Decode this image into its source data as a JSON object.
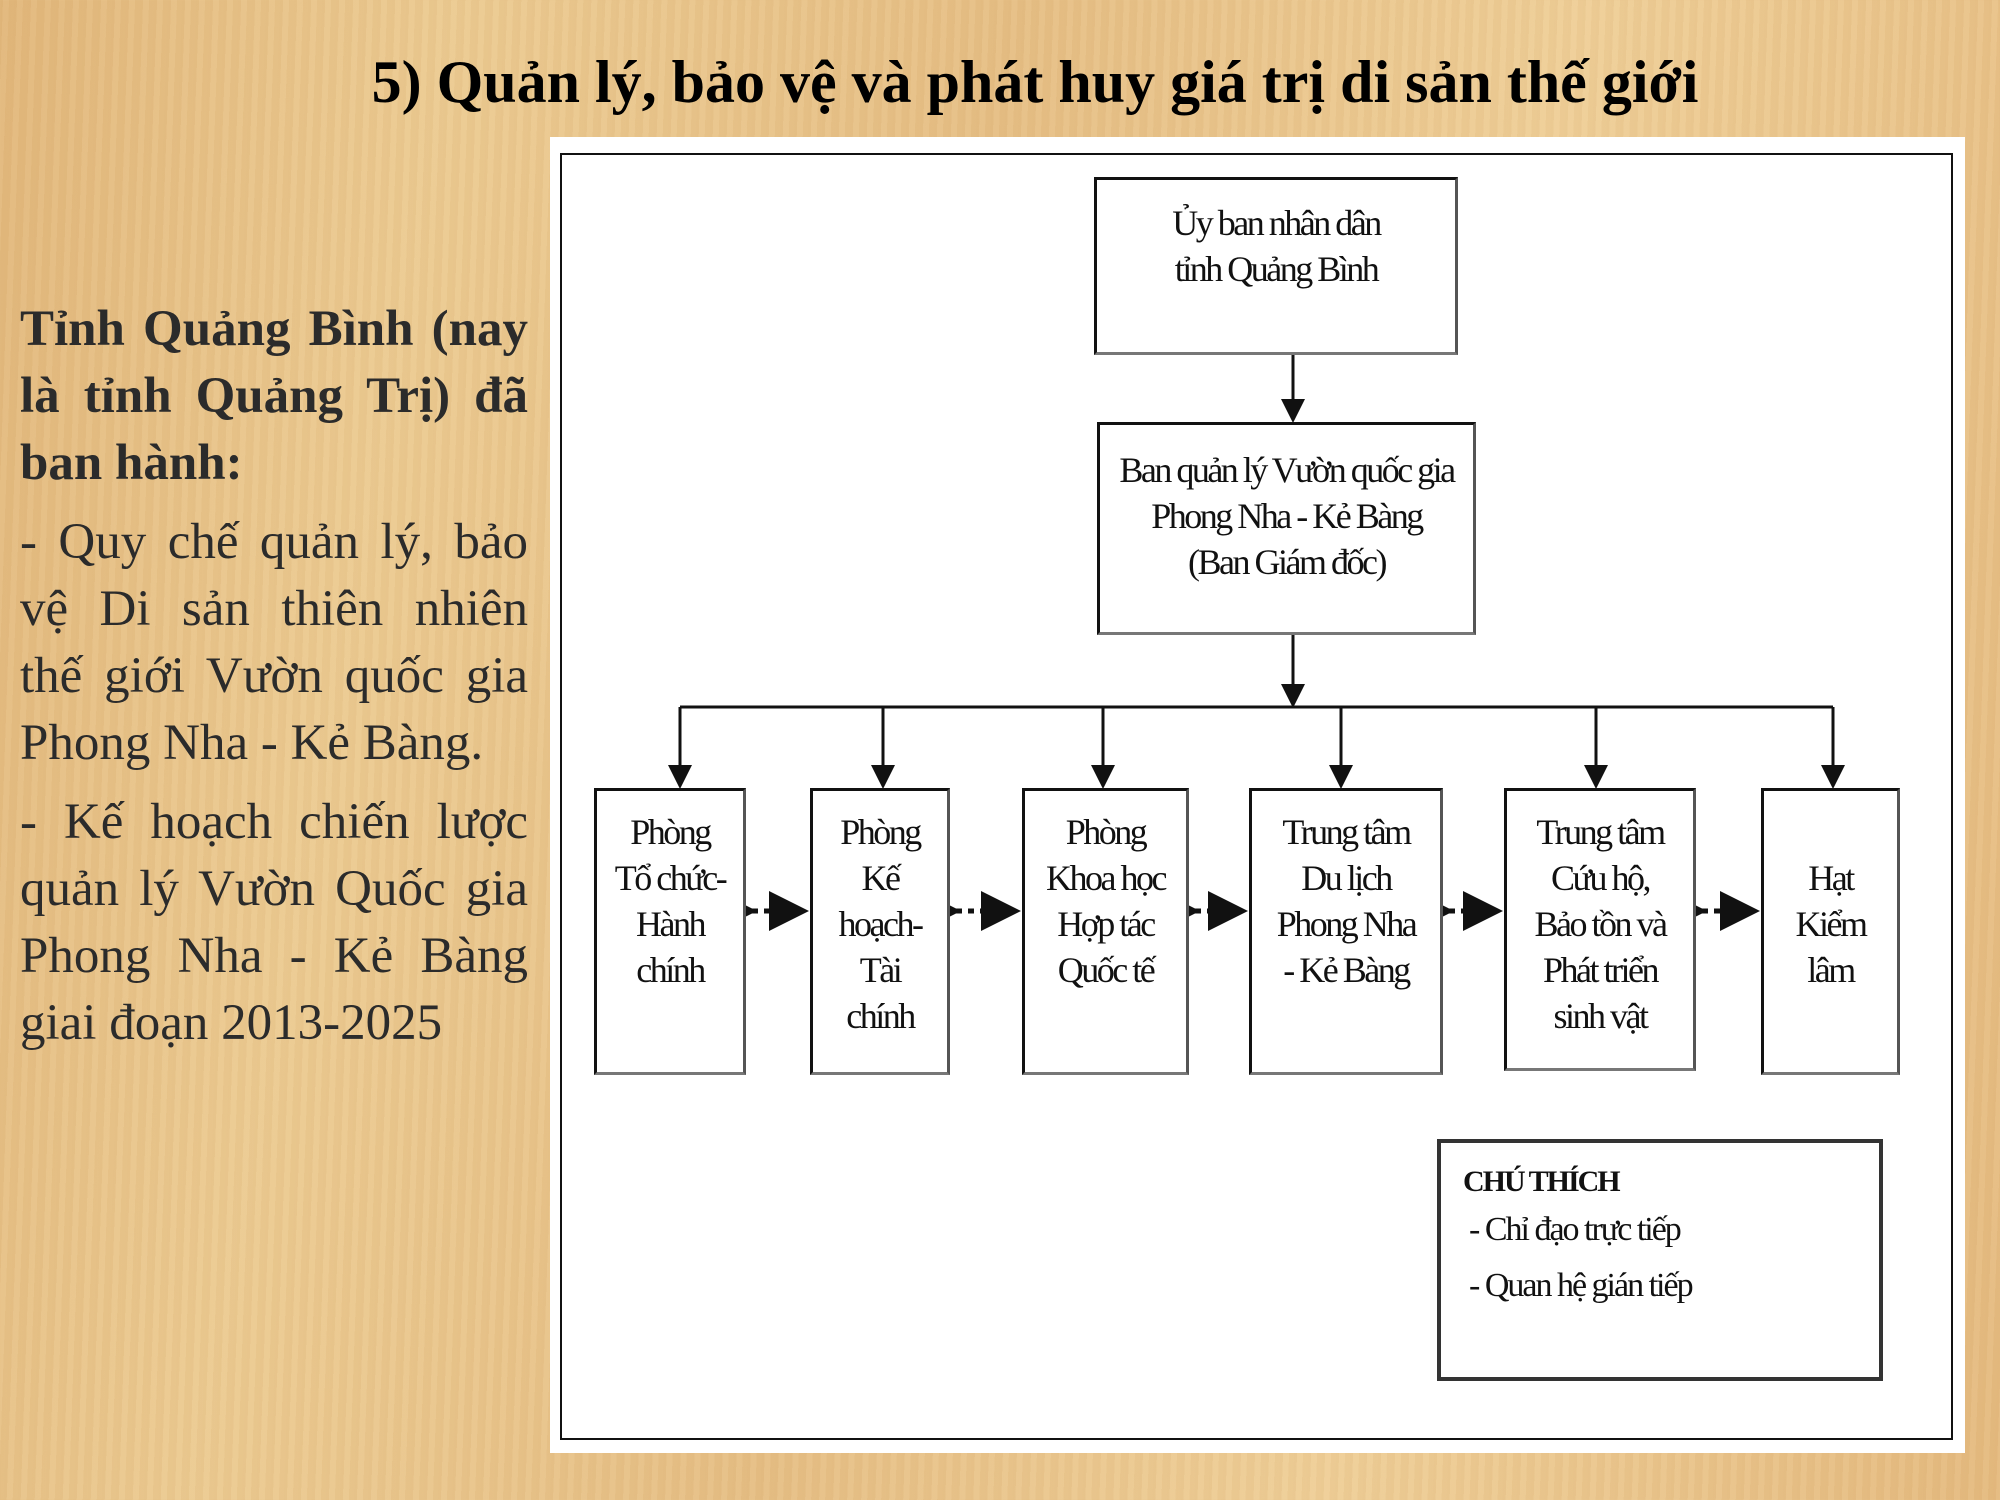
{
  "title": "5) Quản lý, bảo vệ và phát huy giá trị di sản thế giới",
  "left_text": {
    "heading": "Tỉnh Quảng Bình (nay là tỉnh Quảng Trị) đã ban hành:",
    "items": [
      "- Quy chế quản lý, bảo vệ Di sản thiên nhiên thế giới Vườn quốc gia Phong Nha - Kẻ Bàng.",
      "- Kế hoạch chiến lược quản lý Vườn Quốc gia Phong Nha - Kẻ Bàng giai đoạn 2013-2025"
    ]
  },
  "diagram": {
    "top": [
      "Ủy ban nhân dân",
      "tỉnh Quảng Bình"
    ],
    "board": [
      "Ban quản lý Vườn quốc gia",
      "Phong Nha - Kẻ Bàng",
      "(Ban Giám đốc)"
    ],
    "units": [
      [
        "Phòng",
        "Tổ chức-",
        "Hành",
        "chính"
      ],
      [
        "Phòng",
        "Kế",
        "hoạch-",
        "Tài",
        "chính"
      ],
      [
        "Phòng",
        "Khoa học",
        "Hợp tác",
        "Quốc tế"
      ],
      [
        "Trung tâm",
        "Du lịch",
        "Phong Nha",
        "- Kẻ Bàng"
      ],
      [
        "Trung tâm",
        "Cứu hộ,",
        "Bảo tồn và",
        "Phát triển",
        "sinh vật"
      ],
      [
        "Hạt",
        "Kiểm",
        "lâm"
      ]
    ],
    "legend": {
      "title": "CHÚ THÍCH",
      "direct": "- Chỉ đạo trực tiếp",
      "indirect": "- Quan hệ gián tiếp"
    }
  }
}
